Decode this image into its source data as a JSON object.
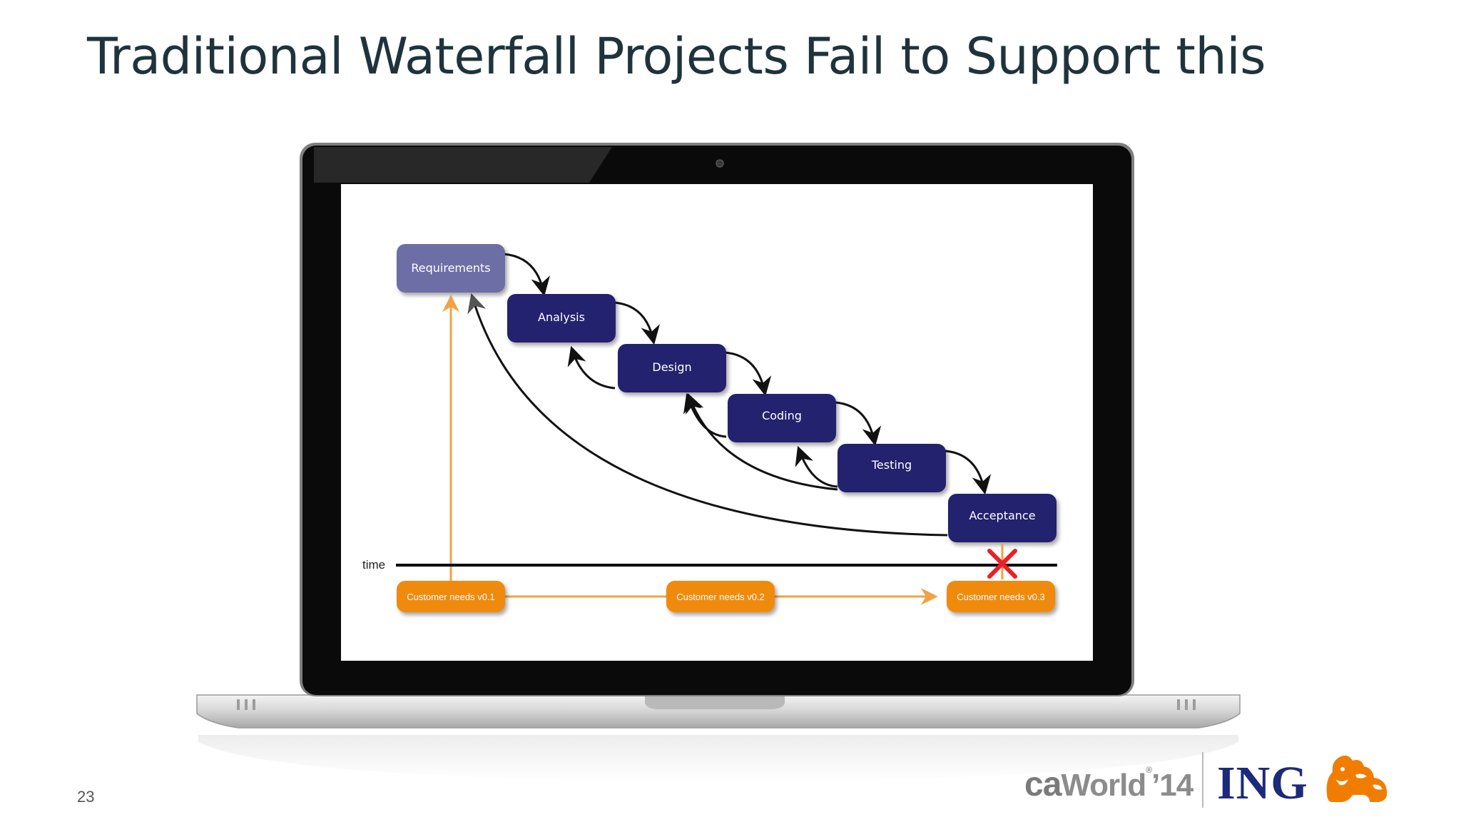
{
  "slide": {
    "title": "Traditional Waterfall Projects Fail to Support this",
    "page_number": "23"
  },
  "diagram": {
    "time_label": "time",
    "phases": [
      {
        "label": "Requirements",
        "color": "#6e6ea6"
      },
      {
        "label": "Analysis",
        "color": "#24246e"
      },
      {
        "label": "Design",
        "color": "#24246e"
      },
      {
        "label": "Coding",
        "color": "#24246e"
      },
      {
        "label": "Testing",
        "color": "#24246e"
      },
      {
        "label": "Acceptance",
        "color": "#24246e"
      }
    ],
    "customer_needs": [
      {
        "label": "Customer needs v0.1"
      },
      {
        "label": "Customer needs v0.2"
      },
      {
        "label": "Customer needs v0.3"
      }
    ],
    "colors": {
      "orange": "#f08a0c",
      "orange_line": "#f2a244",
      "reject_mark": "#e8202a"
    }
  },
  "footer": {
    "ca_logo_prefix": "ca",
    "ca_logo_word": "World",
    "ca_logo_suffix": "’14",
    "ing_logo": "ING"
  }
}
